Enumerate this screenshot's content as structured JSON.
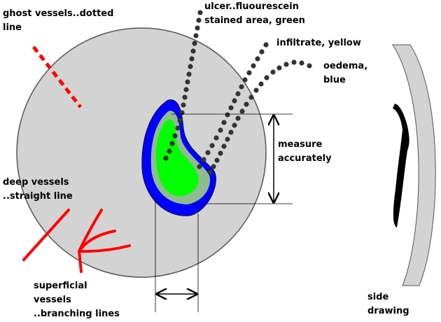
{
  "labels": {
    "ghost_vessels": [
      "ghost vessels..dotted",
      "line"
    ],
    "ulcer": [
      "ulcer..fluourescein",
      "stained area, green"
    ],
    "infiltrate": [
      "infiltrate, yellow"
    ],
    "oedema": [
      "oedema,",
      "blue"
    ],
    "measure": [
      "measure",
      "accurately"
    ],
    "deep_vessels": [
      "deep  vessels",
      "..straight line"
    ],
    "superficial_vessels": [
      "superficial",
      "vessels",
      "..branching lines"
    ],
    "side_drawing": [
      "side",
      "drawing"
    ]
  },
  "colors": {
    "cornea": "#d3d3d3",
    "oedema": "#0000ff",
    "infiltrate": "#8fbc8f",
    "ulcer": "#00ff00",
    "vessels": "#ff0000",
    "dots": "#333333",
    "ink": "#000000"
  }
}
